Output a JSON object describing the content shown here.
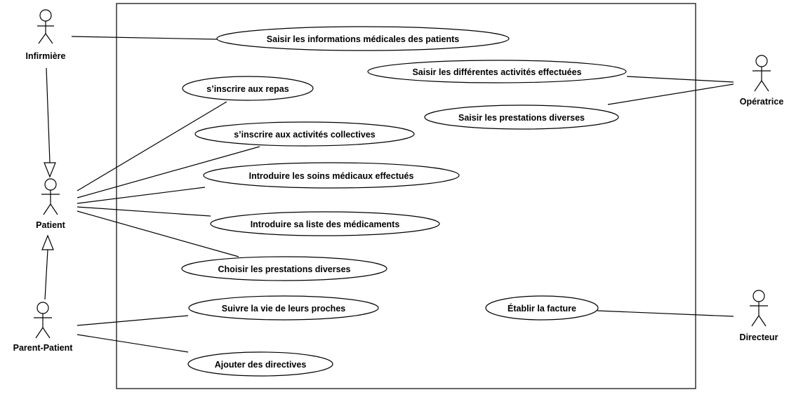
{
  "actors": {
    "infirmiere": "Infirmière",
    "patient": "Patient",
    "parent_patient": "Parent-Patient",
    "operatrice": "Opératrice",
    "directeur": "Directeur"
  },
  "use_cases": {
    "saisir_infos_medicales": "Saisir les informations médicales des patients",
    "saisir_activites": "Saisir les différentes activités effectuées",
    "inscrire_repas": "s’inscrire aux repas",
    "saisir_prestations": "Saisir les prestations diverses",
    "inscrire_activites": "s’inscrire aux  activités collectives",
    "introduire_soins": "Introduire les soins médicaux effectués",
    "introduire_medicaments": "Introduire sa liste des médicaments",
    "choisir_prestations": "Choisir les prestations diverses",
    "suivre_vie": "Suivre la vie de leurs proches",
    "etablir_facture": "Établir la facture",
    "ajouter_directives": "Ajouter des directives"
  }
}
